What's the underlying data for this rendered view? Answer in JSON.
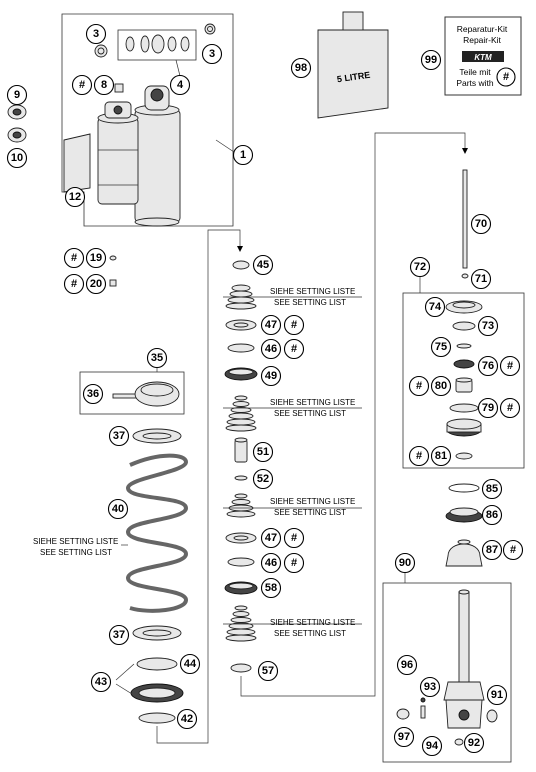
{
  "hash": "#",
  "callouts": {
    "c3a": "3",
    "c3b": "3",
    "c4": "4",
    "c8": "8",
    "c9": "9",
    "c10": "10",
    "c12": "12",
    "c1": "1",
    "c19": "19",
    "c20": "20",
    "c35": "35",
    "c36": "36",
    "c37a": "37",
    "c40": "40",
    "c37b": "37",
    "c44": "44",
    "c43": "43",
    "c42": "42",
    "c45": "45",
    "c47a": "47",
    "c46a": "46",
    "c49": "49",
    "c51": "51",
    "c52": "52",
    "c47b": "47",
    "c46b": "46",
    "c58": "58",
    "c57": "57",
    "c98": "98",
    "c99": "99",
    "c70": "70",
    "c71": "71",
    "c72": "72",
    "c74": "74",
    "c73": "73",
    "c75": "75",
    "c76": "76",
    "c80": "80",
    "c79": "79",
    "c81": "81",
    "c85": "85",
    "c86": "86",
    "c87": "87",
    "c90": "90",
    "c96": "96",
    "c93": "93",
    "c91": "91",
    "c97": "97",
    "c94": "94",
    "c92": "92"
  },
  "setting_note": {
    "de": "SIEHE SETTING LISTE",
    "en": "SEE SETTING LIST"
  },
  "canister_label": "5 LITRE",
  "repair_kit": {
    "line1": "Reparatur-Kit",
    "line2": "Repair-Kit",
    "line3": "Teile mit",
    "line4": "Parts with"
  },
  "brand_logo_text": "KTM"
}
